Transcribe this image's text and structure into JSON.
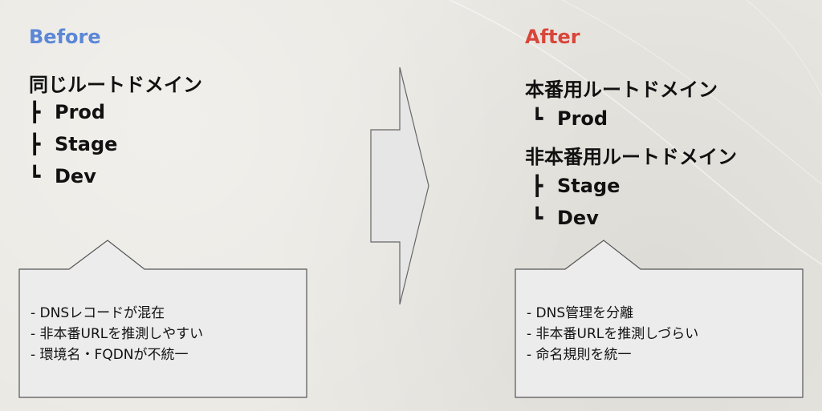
{
  "colors": {
    "before_title": "#5b87d6",
    "after_title": "#d9453b",
    "background": "#e9e7e1",
    "callout_fill": "#ececec",
    "arrow_fill": "#e6e6e6"
  },
  "before": {
    "title": "Before",
    "tree": {
      "root": "同じルートドメイン",
      "items": [
        {
          "glyph": "┣",
          "label": "Prod"
        },
        {
          "glyph": "┣",
          "label": "Stage"
        },
        {
          "glyph": "┗",
          "label": "Dev"
        }
      ]
    },
    "notes": [
      "- DNSレコードが混在",
      "- 非本番URLを推測しやすい",
      "- 環境名・FQDNが不統一"
    ]
  },
  "after": {
    "title": "After",
    "prod_root": "本番用ルートドメイン",
    "prod_items": [
      {
        "glyph": "┗",
        "label": "Prod"
      }
    ],
    "nonprod_root": "非本番用ルートドメイン",
    "nonprod_items": [
      {
        "glyph": "┣",
        "label": "Stage"
      },
      {
        "glyph": "┗",
        "label": "Dev"
      }
    ],
    "notes": [
      "- DNS管理を分離",
      "- 非本番URLを推測しづらい",
      "- 命名規則を統一"
    ]
  }
}
